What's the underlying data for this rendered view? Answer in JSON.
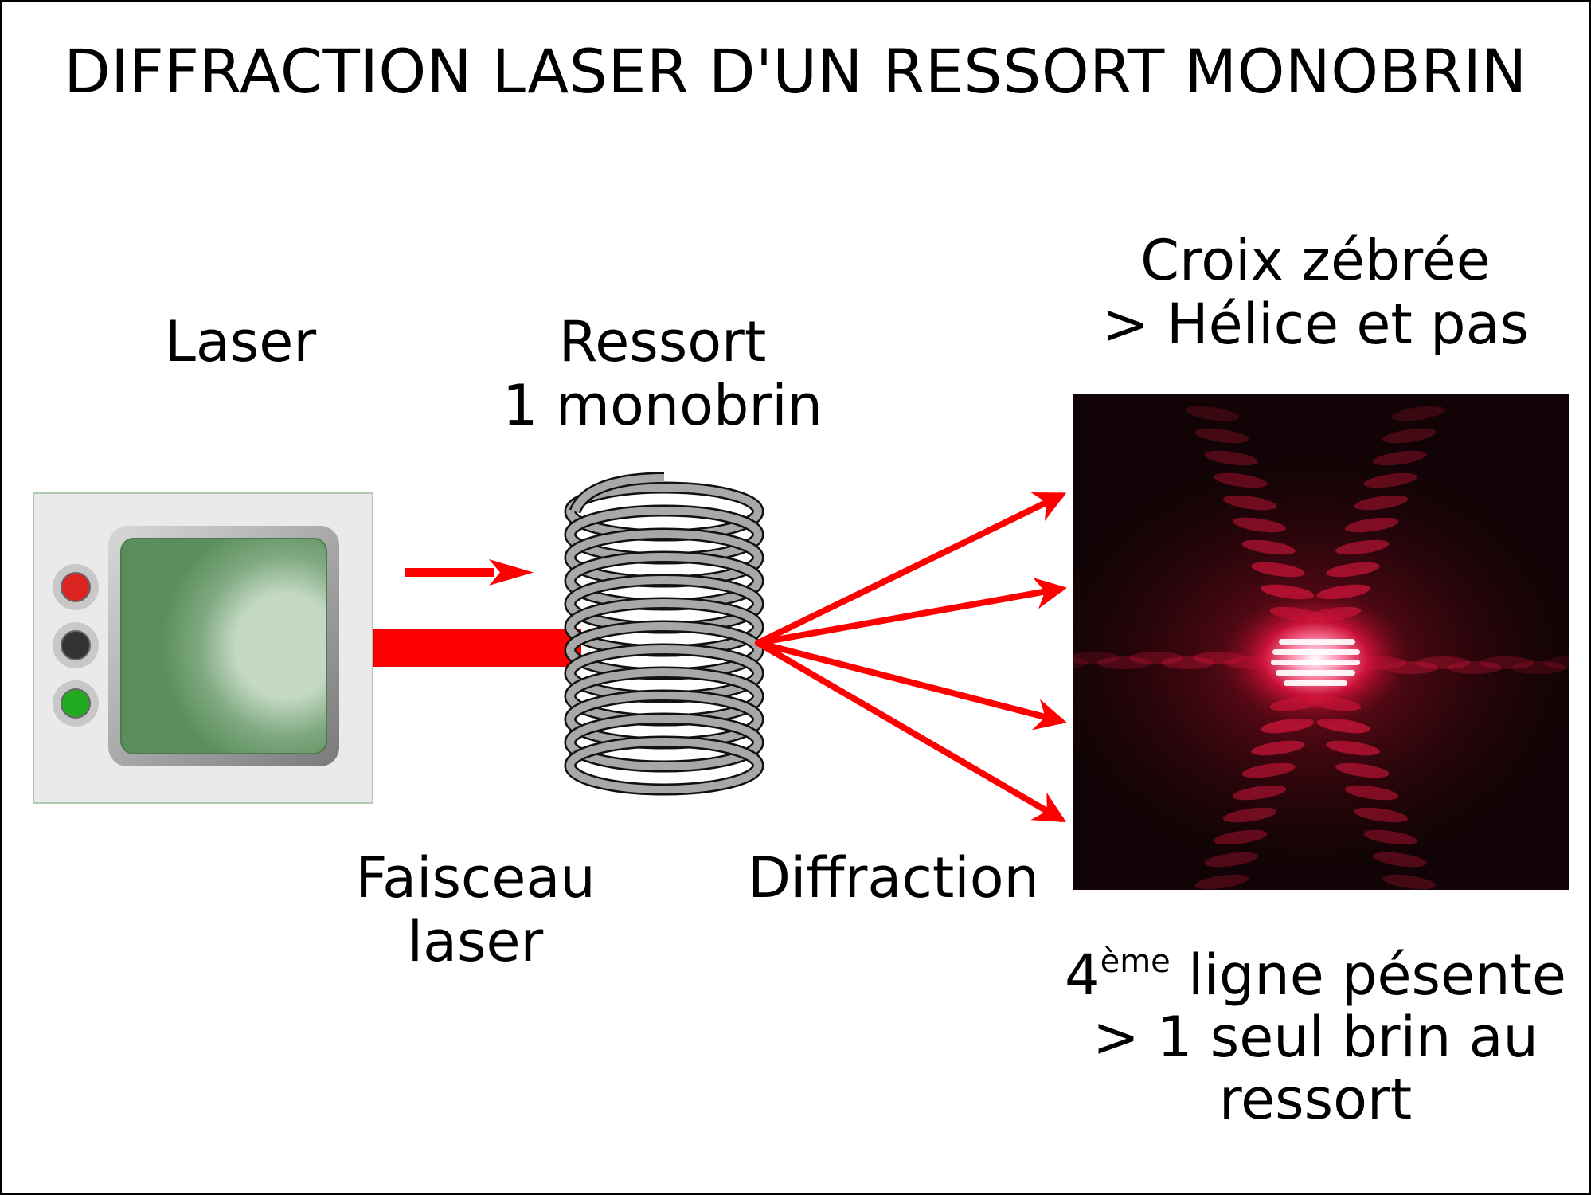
{
  "title": "DIFFRACTION LASER D'UN RESSORT MONOBRIN",
  "labels": {
    "laser": "Laser",
    "ressort_line1": "Ressort",
    "ressort_line2": "1 monobrin",
    "croix_line1": "Croix zébrée",
    "croix_line2": "> Hélice et pas",
    "faisceau_line1": "Faisceau",
    "faisceau_line2": "laser",
    "diffraction": "Diffraction",
    "note_prefix": "4",
    "note_sup": "ème",
    "note_line1_rest": " ligne pésente",
    "note_line2": "> 1 seul brin au",
    "note_line3": "ressort"
  },
  "colors": {
    "laser_beam": "#ff0000",
    "screen_green": "#5e9462",
    "device_body": "#eaeaea",
    "led_red": "#dd2222",
    "led_black": "#333333",
    "led_green": "#22aa22",
    "spring_wire": "#a8a8a8",
    "pattern_background": "#120406"
  },
  "icons": {
    "laser_device": "laser-device-icon",
    "spring": "spring-coil-icon",
    "pattern": "diffraction-pattern-image"
  }
}
